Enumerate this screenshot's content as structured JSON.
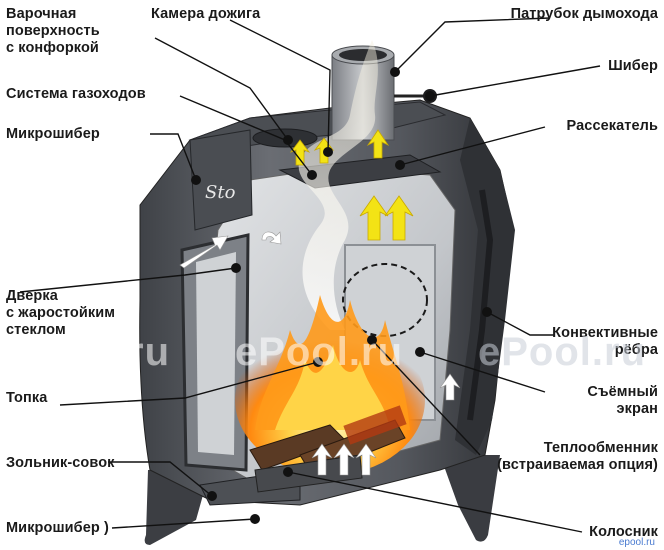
{
  "labels": {
    "cooktop": [
      "Варочная",
      "поверхность",
      "с конфоркой"
    ],
    "afterburn": "Камера дожига",
    "chimney": "Патрубок дымохода",
    "damper": "Шибер",
    "flues": "Система газоходов",
    "splitter": "Рассекатель",
    "microdamper_top": "Микрошибер",
    "door": [
      "Дверка",
      "с жаростойким",
      "стеклом"
    ],
    "convective": [
      "Конвективные",
      "рёбра"
    ],
    "firebox": "Топка",
    "screen": [
      "Съёмный",
      "экран"
    ],
    "heat_exchanger": [
      "Теплообменник",
      "(встраиваемая опция)"
    ],
    "ash_pan": "Зольник-совок",
    "microdamper_bottom": "Микрошибер )",
    "grate": "Колосник"
  },
  "logo_text": "Sto",
  "watermarks": [
    "ePool.ru",
    "ePool.ru",
    "ePool.ru"
  ],
  "corner_mark": "epool.ru",
  "colors": {
    "label_text": "#1a1a1a",
    "leader_line": "#111111",
    "stove_body": "#5c5f66",
    "stove_dark": "#3a3c41",
    "interior": "#c8cbcf",
    "flame": "#ff9a1a",
    "arrow_yellow": "#f3e315"
  }
}
